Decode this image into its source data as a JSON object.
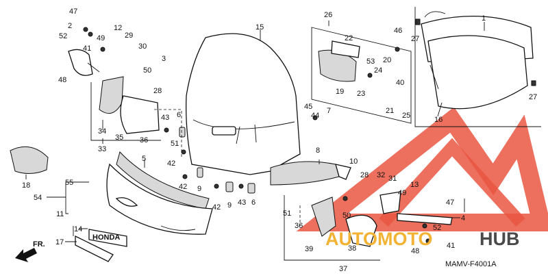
{
  "diagram": {
    "code": "MAMV-F4001A",
    "front_label": "FR.",
    "emblem_text": "HONDA",
    "callouts": [
      "1",
      "2",
      "3",
      "4",
      "5",
      "6",
      "7",
      "8",
      "9",
      "10",
      "11",
      "12",
      "13",
      "14",
      "15",
      "16",
      "17",
      "18",
      "19",
      "20",
      "21",
      "22",
      "23",
      "24",
      "25",
      "26",
      "27",
      "28",
      "29",
      "30",
      "31",
      "32",
      "33",
      "34",
      "35",
      "36",
      "37",
      "38",
      "39",
      "40",
      "41",
      "42",
      "43",
      "44",
      "45",
      "46",
      "47",
      "48",
      "49",
      "50",
      "51",
      "52",
      "53",
      "54",
      "55"
    ]
  },
  "watermark": {
    "brand_part1": "AUTOMOTO",
    "brand_part2": "HUB",
    "color_primary": "#e8442e",
    "color_secondary": "#f2b233",
    "color_text_dark": "#4a4a4a"
  }
}
